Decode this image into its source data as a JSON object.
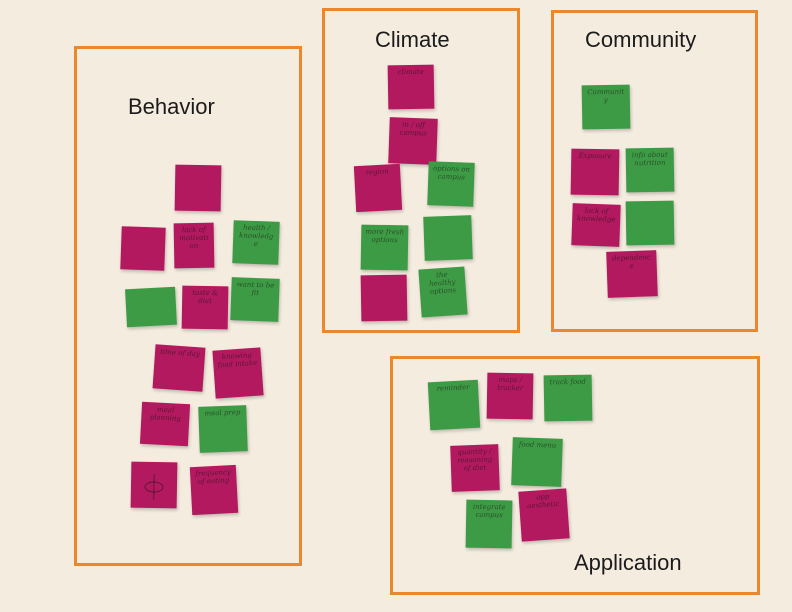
{
  "colors": {
    "magenta": "#b3195f",
    "green": "#3e9b45",
    "border": "#e9882f",
    "background": "#f5ece0"
  },
  "groups": {
    "behavior": {
      "title": "Behavior"
    },
    "climate": {
      "title": "Climate"
    },
    "community": {
      "title": "Community"
    },
    "application": {
      "title": "Application"
    }
  },
  "notes": {
    "climate": {
      "n1": "climate",
      "n2": "in / off campus",
      "n3": "region",
      "n4": "options on campus",
      "n6": "more fresh options",
      "n8": "the healthy options"
    },
    "community": {
      "n1": "Community",
      "n2": "Exposure",
      "n3": "info about nutrition",
      "n4": "lack of knowledge",
      "n6": "dependence"
    },
    "behavior": {
      "n3": "lack of motivation",
      "n4": "health / knowledge",
      "n6": "taste & diet",
      "n7": "want to be fit",
      "n8": "time of day",
      "n9": "knowing food intake",
      "n10": "meal planning",
      "n11": "meal prep",
      "n13": "frequency of eating"
    },
    "application": {
      "n1": "reminder",
      "n2": "maps / tracker",
      "n3": "track food",
      "n4": "quantity / reasoning of diet",
      "n5": "food menu",
      "n6": "integrate campus",
      "n7": "app aesthetic"
    }
  }
}
